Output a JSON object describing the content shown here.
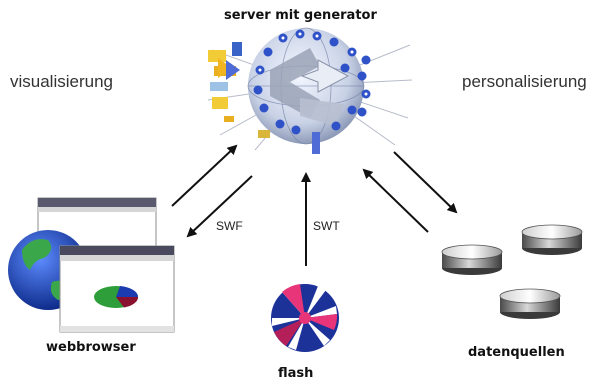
{
  "nodes": {
    "server": {
      "label": "server mit generator"
    },
    "browser": {
      "label": "webbrowser"
    },
    "flash": {
      "label": "flash"
    },
    "sources": {
      "label": "datenquellen"
    }
  },
  "side_labels": {
    "left": "visualisierung",
    "right": "personalisierung"
  },
  "edges": {
    "swf": "SWF",
    "swt": "SWT"
  },
  "colors": {
    "globe_blue": "#1f4fc7",
    "globe_green": "#3aa84a",
    "pie_green": "#2e9e3a",
    "pie_blue": "#1d3bb0",
    "pie_red": "#8a1030",
    "arrow": "#111111"
  }
}
